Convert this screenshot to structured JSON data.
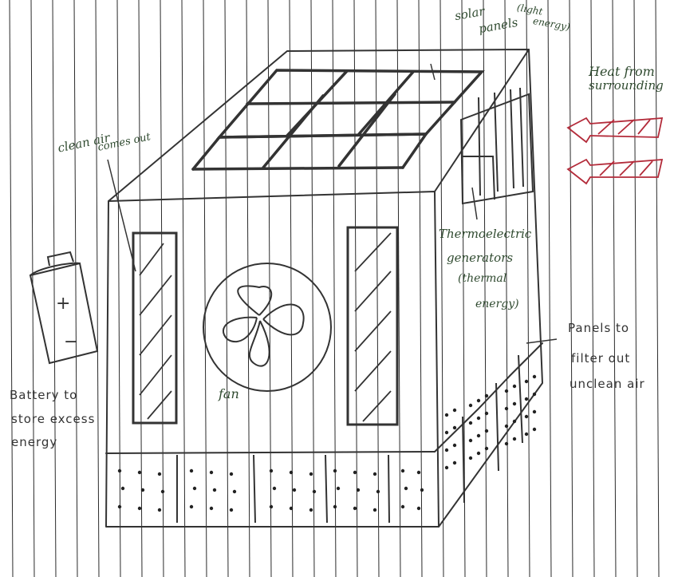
{
  "labels": {
    "solar": [
      "solar",
      "panels",
      "(light",
      "energy)"
    ],
    "heat": [
      "Heat from",
      "surrounding"
    ],
    "clean_air": [
      "clean air",
      "comes out"
    ],
    "thermo": [
      "Thermoelectric",
      "generators",
      "(thermal",
      "energy)"
    ],
    "battery_symbols": [
      "+",
      "−"
    ],
    "battery": [
      "Battery to",
      "store excess",
      "energy"
    ],
    "fan": "fan",
    "filter": [
      "Panels to",
      "filter out",
      "unclean air"
    ]
  },
  "colors": {
    "ink": "#333333",
    "label_ink": "#2f4a2f",
    "heat": "#b32b3a",
    "ruled_line": "#2a2a2a"
  },
  "icons": [
    "battery-icon",
    "fan-icon",
    "heat-arrow-icon"
  ]
}
